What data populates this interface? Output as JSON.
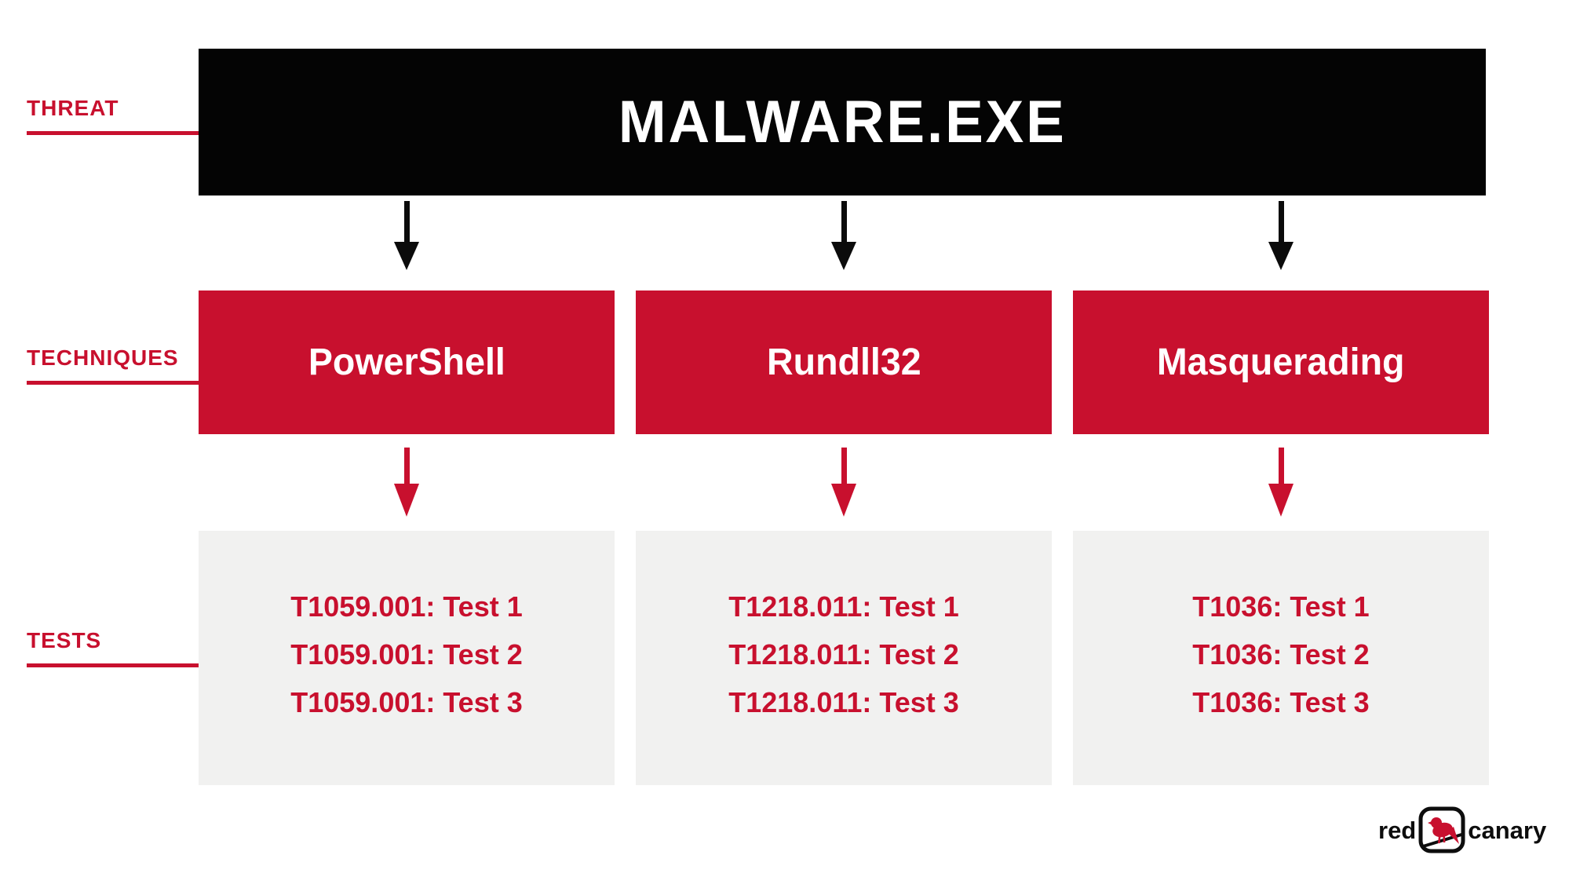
{
  "labels": [
    {
      "text": "THREAT"
    },
    {
      "text": "TECHNIQUES"
    },
    {
      "text": "TESTS"
    }
  ],
  "threat": {
    "title": "MALWARE.EXE"
  },
  "techniques": [
    {
      "name": "PowerShell",
      "tests": [
        "T1059.001: Test 1",
        "T1059.001: Test 2",
        "T1059.001: Test 3"
      ]
    },
    {
      "name": "Rundll32",
      "tests": [
        "T1218.011: Test 1",
        "T1218.011: Test 2",
        "T1218.011: Test 3"
      ]
    },
    {
      "name": "Masquerading",
      "tests": [
        "T1036: Test 1",
        "T1036: Test 2",
        "T1036: Test 3"
      ]
    }
  ],
  "logo": {
    "word1": "red",
    "word2": "canary",
    "icon": "canary-bird-icon"
  },
  "colors": {
    "accent_red": "#C8102E",
    "threat_black": "#040404",
    "test_gray": "#F1F1F0",
    "text_white": "#ffffff"
  }
}
